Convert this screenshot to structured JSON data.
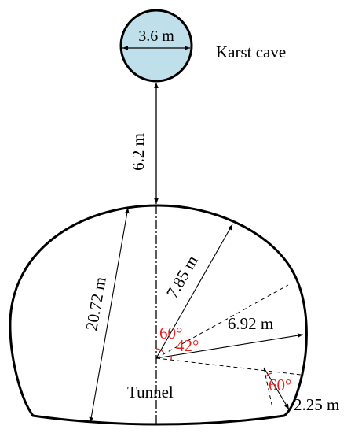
{
  "labels": {
    "cave_diameter": "3.6 m",
    "cave_name": "Karst cave",
    "gap": "6.2 m",
    "height": "20.72 m",
    "radius_upper": "7.85 m",
    "radius_side": "6.92 m",
    "radius_corner": "2.25 m",
    "tunnel_name": "Tunnel"
  },
  "angles": {
    "upper": "60°",
    "middle": "42°",
    "corner": "60°"
  },
  "colors": {
    "cave_fill": "#bfe0ea",
    "stroke": "#000000",
    "angle_text": "#e8211e"
  }
}
